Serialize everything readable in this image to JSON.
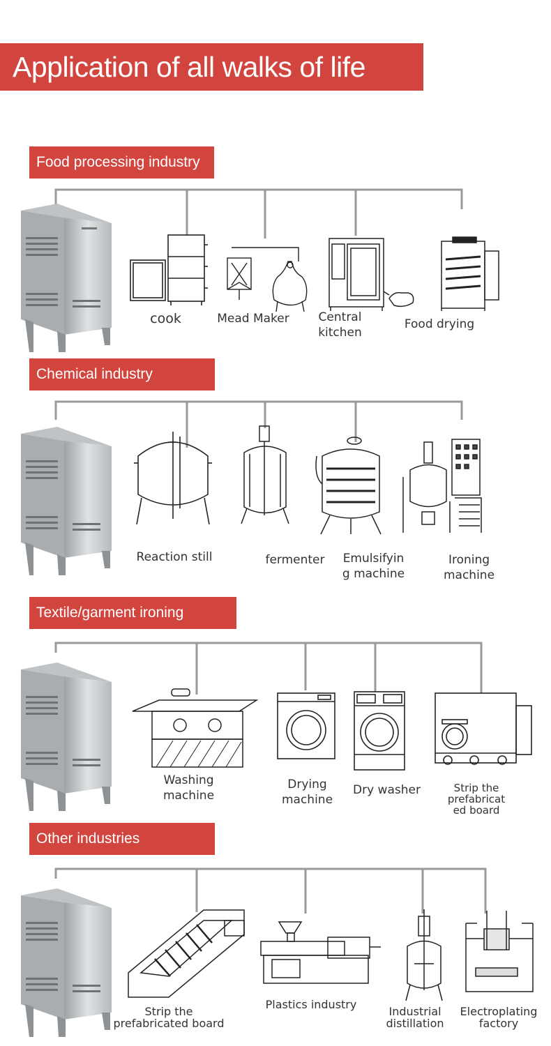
{
  "page": {
    "title": "Application of all walks of life"
  },
  "sections": [
    {
      "title": "Food processing industry",
      "items": [
        {
          "label": "cook",
          "icon": "cabinet-oven-icon"
        },
        {
          "label": "Mead Maker",
          "icon": "distiller-icon"
        },
        {
          "label": "Central kitchen",
          "line1": "Central",
          "line2": "kitchen",
          "icon": "combi-oven-icon"
        },
        {
          "label": "Food drying",
          "icon": "drying-cabinet-icon"
        }
      ]
    },
    {
      "title": "Chemical industry",
      "items": [
        {
          "label": "Reaction still",
          "icon": "reactor-tank-icon"
        },
        {
          "label": "fermenter",
          "icon": "fermenter-icon"
        },
        {
          "label": "Emulsifying machine",
          "line1": "Emulsifyin",
          "line2": "g machine",
          "icon": "emulsifier-icon"
        },
        {
          "label": "Ironing machine",
          "line1": "Ironing",
          "line2": "machine",
          "icon": "mixer-station-icon"
        }
      ]
    },
    {
      "title": "Textile/garment ironing",
      "items": [
        {
          "label": "Washing machine",
          "line1": "Washing",
          "line2": "machine",
          "icon": "press-table-icon"
        },
        {
          "label": "Drying machine",
          "line1": "Drying",
          "line2": "machine",
          "icon": "front-loader-icon"
        },
        {
          "label": "Dry washer",
          "icon": "dry-washer-icon"
        },
        {
          "label": "Strip the prefabricated board",
          "line1": "Strip the",
          "line2": "prefabricat",
          "line3": "ed board",
          "icon": "industrial-washer-icon"
        }
      ]
    },
    {
      "title": "Other industries",
      "items": [
        {
          "label": "Strip the prefabricated board",
          "line1": "Strip the",
          "line2": "prefabricated board",
          "icon": "mold-frame-icon"
        },
        {
          "label": "Plastics industry",
          "icon": "injection-molder-icon"
        },
        {
          "label": "Industrial distillation",
          "line1": "Industrial",
          "line2": "distillation",
          "icon": "distillation-column-icon"
        },
        {
          "label": "Electroplating factory",
          "line1": "Electroplating",
          "line2": "factory",
          "icon": "plating-tank-icon"
        }
      ]
    }
  ],
  "colors": {
    "accent": "#d2453f",
    "line": "#9a9a9a",
    "steel": "#c9ccce"
  }
}
